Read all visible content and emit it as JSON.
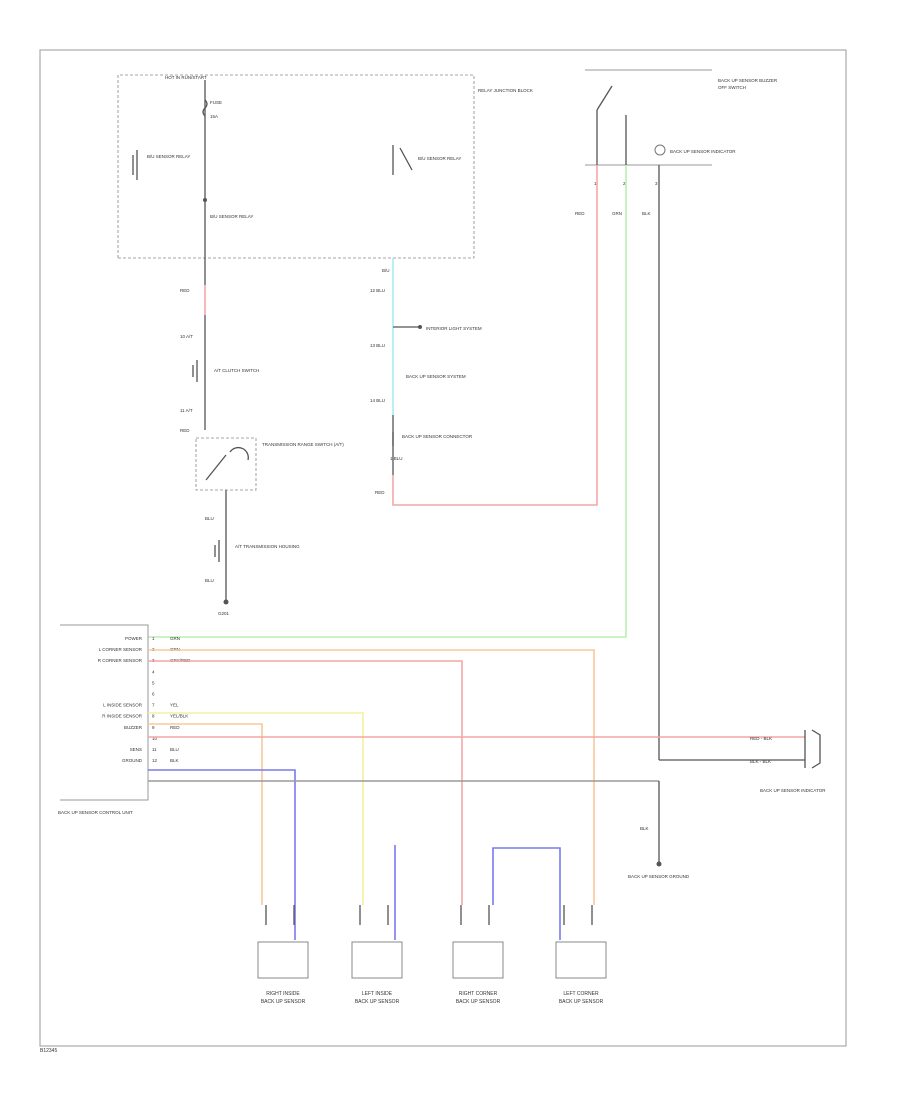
{
  "colors": {
    "red": "#f4a6a6",
    "green": "#b8f0b0",
    "cyan": "#a6ecf4",
    "orange": "#f8c89a",
    "yellow": "#f4f0a0",
    "blue": "#7a7aee",
    "gray": "#9a9a9a",
    "black": "#555555"
  },
  "fuse_box": {
    "hot_label": "HOT IN RUN/START",
    "fuse": "FUSE",
    "fuse_num": "15A",
    "relay1": "B/U SENSOR RELAY",
    "relay2": "B/U SENSOR RELAY",
    "title": "RELAY JUNCTION BLOCK"
  },
  "transmission": {
    "out_wire": "RED",
    "pin1": "10 A/T",
    "conn1": "A/T CLUTCH SWITCH",
    "pin2": "11 A/T",
    "in_wire": "RED",
    "switch_label": "TRANSMISSION RANGE SWITCH (A/T)",
    "below_wire": "BLU",
    "conn2": "A/T TRANSMISSION HOUSING",
    "wire2": "BLU",
    "ground": "G201"
  },
  "center_chain": {
    "top": "B/U",
    "c1": "12 BLU",
    "c1_label": "INTERIOR LIGHT SYSTEM",
    "c2": "13 BLU",
    "c2_label": "BACK UP SENSOR SYSTEM",
    "c3": "14 BLU",
    "c4_label": "BACK UP SENSOR CONNECTOR",
    "c4_pin": "1 BLU",
    "bottom_wire": "RED"
  },
  "buzzer_module": {
    "title": "BACK UP SENSOR BUZZER",
    "sub": "OFF SWITCH",
    "pin1": "1",
    "pin2": "2",
    "pin3": "3",
    "wire1": "RED",
    "wire2": "GRN",
    "wire3": "BLK"
  },
  "control_unit": {
    "pins": [
      "POWER",
      "L CORNER SENSOR",
      "R CORNER SENSOR",
      "",
      "",
      "",
      "L INSIDE SENSOR",
      "R INSIDE SENSOR",
      "BUZZER",
      "",
      "SENS",
      "GROUND"
    ],
    "wires": [
      "GRN",
      "ORN",
      "GRY/RED",
      "",
      "",
      "",
      "YEL",
      "YEL/BLK",
      "RED",
      "",
      "BLU",
      "BLK"
    ],
    "title": "BACK UP SENSOR CONTROL UNIT"
  },
  "right_side": {
    "wire1": "RED - BLK",
    "wire2": "BLK - BLK",
    "ind_label": "BACK UP SENSOR INDICATOR",
    "ground_wire": "BLK",
    "ground_label": "BACK UP SENSOR GROUND"
  },
  "sensors": [
    {
      "name": "RIGHT INSIDE",
      "sub": "BACK UP SENSOR"
    },
    {
      "name": "LEFT INSIDE",
      "sub": "BACK UP SENSOR"
    },
    {
      "name": "RIGHT CORNER",
      "sub": "BACK UP SENSOR"
    },
    {
      "name": "LEFT CORNER",
      "sub": "BACK UP SENSOR"
    }
  ],
  "footer": "B12345"
}
